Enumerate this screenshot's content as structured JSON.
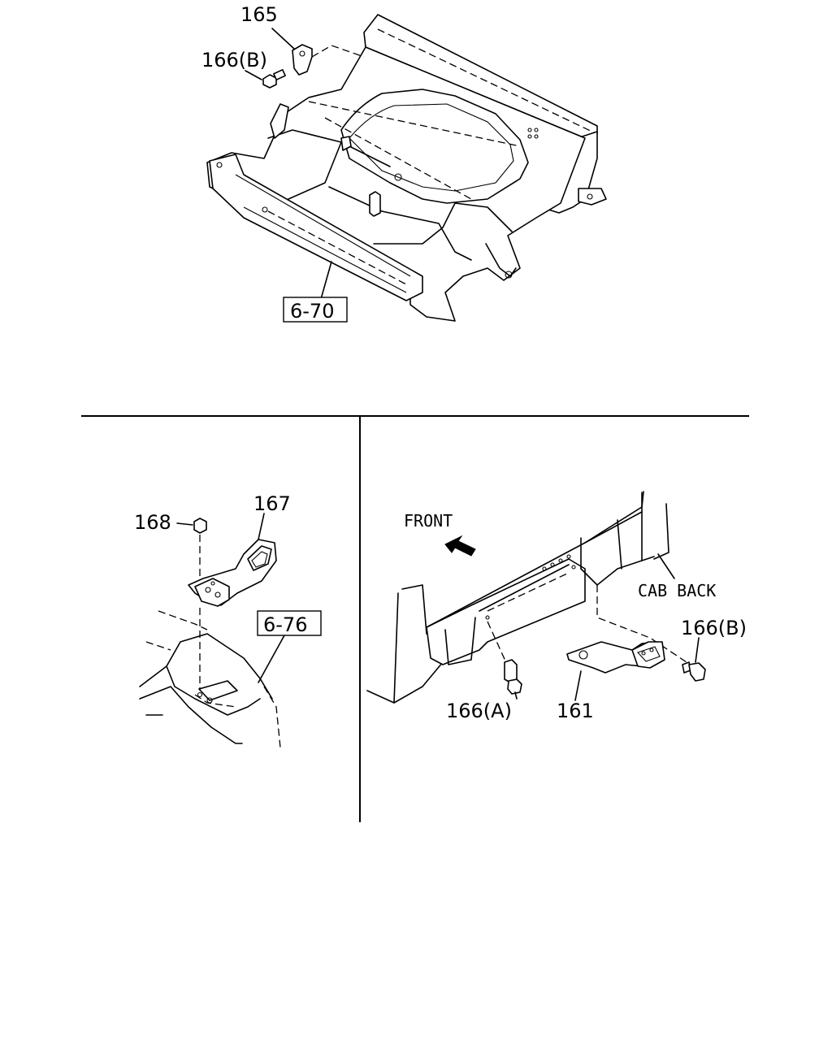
{
  "callouts": {
    "p165": "165",
    "p166b_top": "166(B)",
    "p167": "167",
    "p168": "168",
    "p166b_right": "166(B)",
    "p166a": "166(A)",
    "p161": "161"
  },
  "refs": {
    "r670": "6-70",
    "r676": "6-76"
  },
  "labels": {
    "front": "FRONT",
    "cab_back": "CAB BACK"
  },
  "icons": {
    "direction_arrow": "front-arrow-icon"
  },
  "colors": {
    "line": "#000000",
    "background": "#ffffff"
  }
}
